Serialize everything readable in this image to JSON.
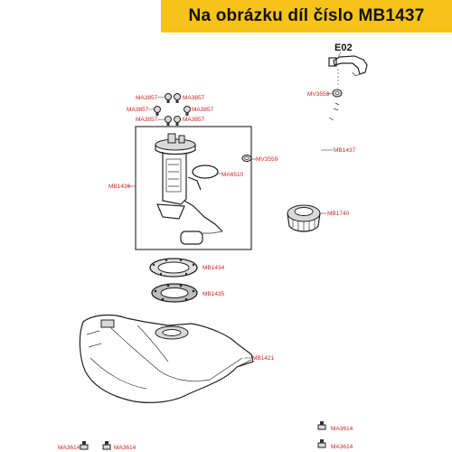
{
  "header": {
    "title": "Na obrázku díl číslo MB1437"
  },
  "colors": {
    "banner": "#f7c21a",
    "label": "#d21f1f"
  },
  "labels": {
    "e02": "E02",
    "mv3559_top": "MV3559",
    "mv3559_mid": "MV3559",
    "mb1437": "MB1437",
    "ma3857_1": "MA3857",
    "ma3857_2": "MA3857",
    "ma3857_3": "MA3857",
    "ma3857_4": "MA3857",
    "ma3857_5": "MA3857",
    "ma3857_6": "MA3857",
    "ma6510": "MA6510",
    "mb1436": "MB1436",
    "mb1740": "MB1740",
    "mb1434": "MB1434",
    "mb1435": "MB1435",
    "mb1421": "MB1421",
    "ma3614_1": "MA3614",
    "ma3614_2": "MA3614",
    "ma3614_3": "MA3614",
    "ma3614_4": "MA3614"
  }
}
